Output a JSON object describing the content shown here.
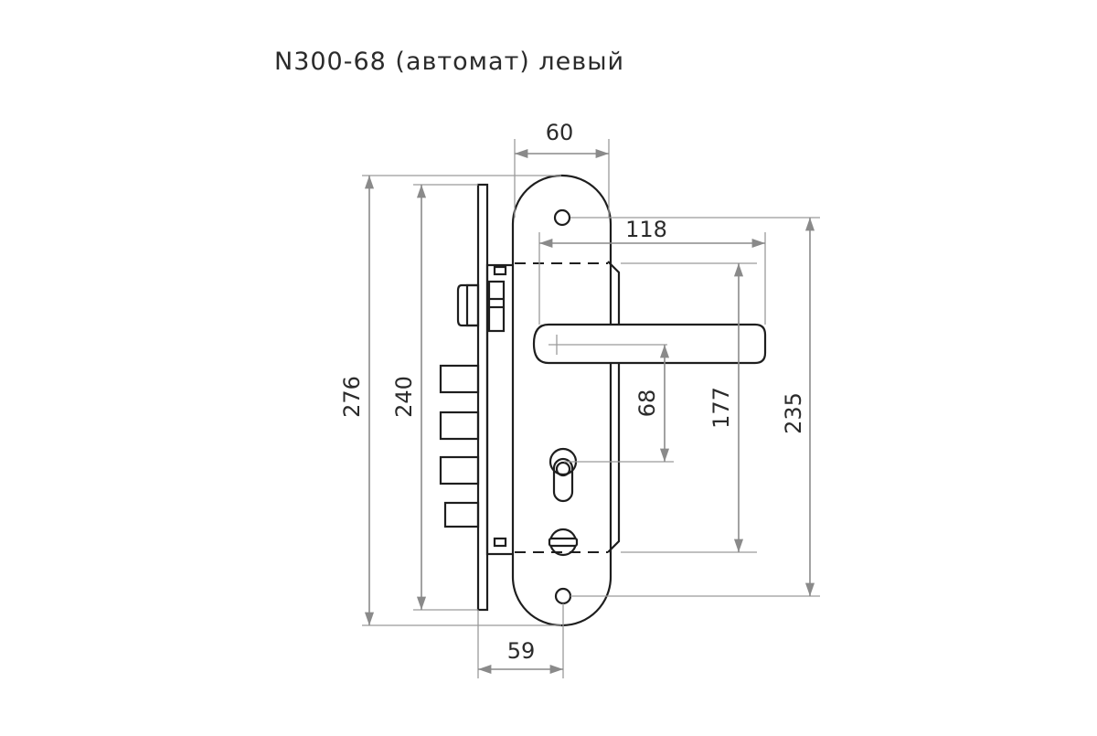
{
  "title": "N300-68 (автомат) левый",
  "dimensions": {
    "width_plate": "60",
    "handle_length": "118",
    "spindle_to_cylinder": "68",
    "body_height": "177",
    "plate_holes": "235",
    "faceplate_height": "276",
    "body_length": "240",
    "backset": "59"
  }
}
